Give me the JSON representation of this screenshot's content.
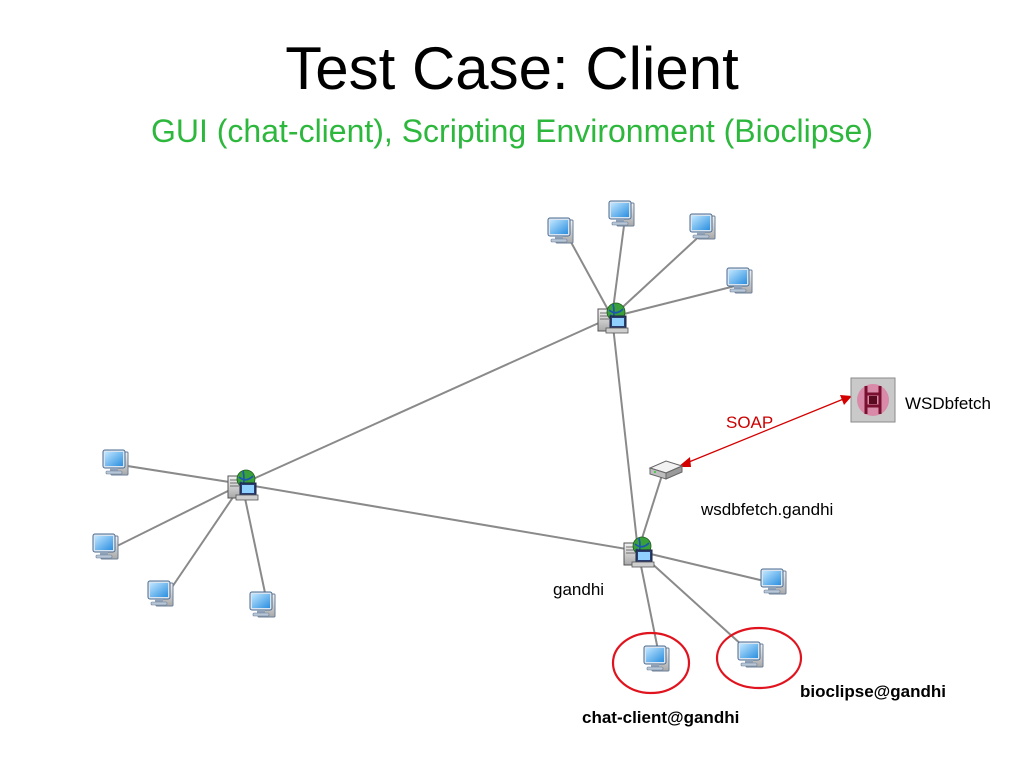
{
  "slide": {
    "title": "Test Case: Client",
    "subtitle": "GUI (chat-client), Scripting Environment (Bioclipse)"
  },
  "diagram": {
    "labels": {
      "wsdbfetch": "WSDbfetch",
      "soap": "SOAP",
      "wsdbfetch_gandhi": "wsdbfetch.gandhi",
      "gandhi": "gandhi",
      "bioclipse_gandhi": "bioclipse@gandhi",
      "chat_client_gandhi": "chat-client@gandhi"
    },
    "colors": {
      "link": "#8a8a8a",
      "soap_arrow": "#d40000",
      "highlight_circle": "#e0141e",
      "subtitle": "#2db83d"
    },
    "icons": {
      "workstation": "computer-icon",
      "hub": "network-server-icon",
      "service": "wsdbfetch-icon",
      "server": "server-box-icon"
    }
  }
}
